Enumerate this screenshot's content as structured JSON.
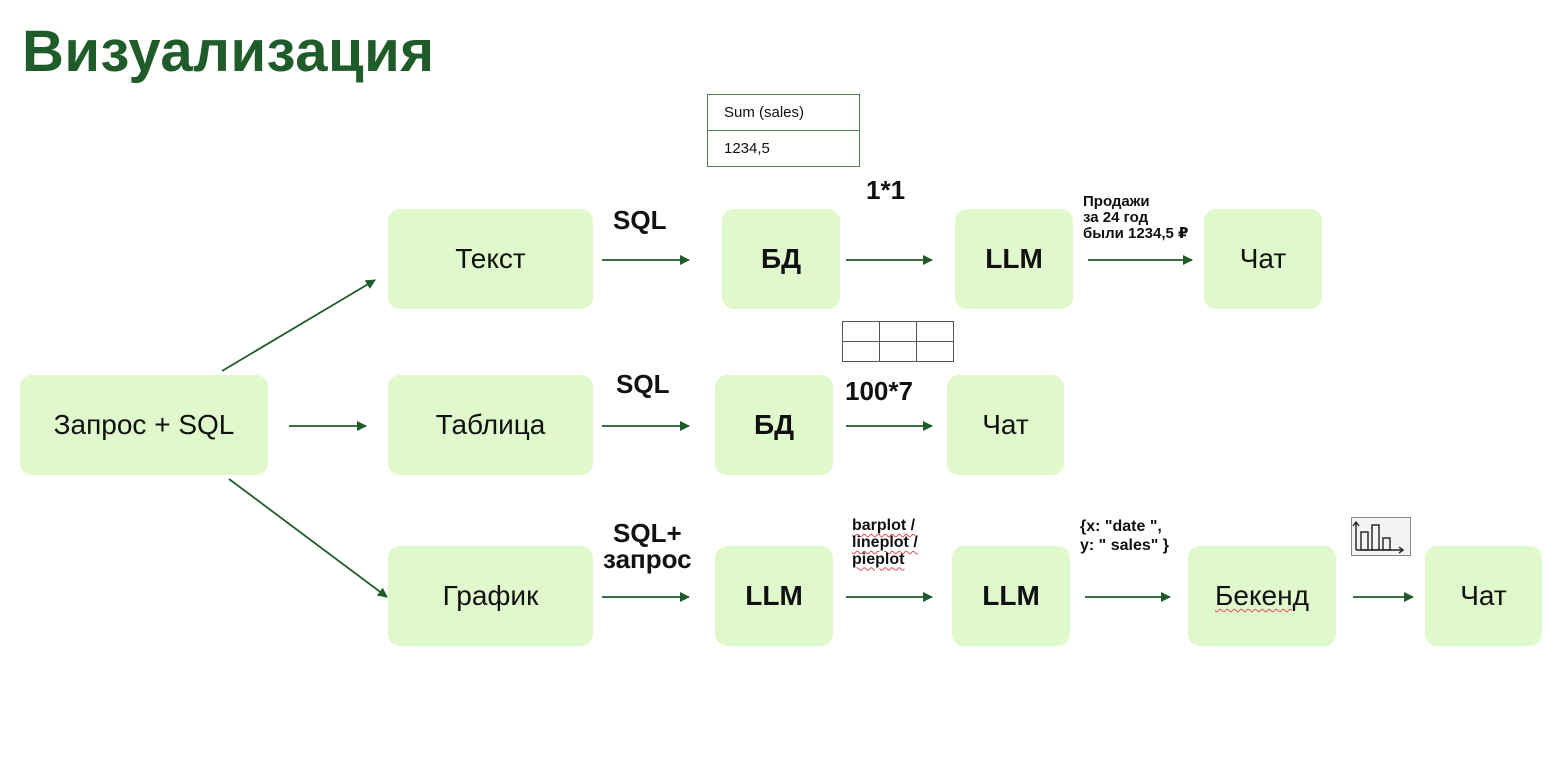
{
  "title": "Визуализация",
  "nodes": {
    "start": "Запрос + SQL",
    "text_branch": "Текст",
    "table_branch": "Таблица",
    "chart_branch": "График",
    "row1_db": "БД",
    "row1_llm": "LLM",
    "row1_chat": "Чат",
    "row2_db": "БД",
    "row2_chat": "Чат",
    "row3_llm1": "LLM",
    "row3_llm2": "LLM",
    "row3_backend": "Бекенд",
    "row3_chat": "Чат"
  },
  "edge_labels": {
    "row1_sql": "SQL",
    "row1_dims": "1*1",
    "row1_answer": [
      "Продажи",
      "за 24 год",
      "были 1234,5 ₽"
    ],
    "row2_sql": "SQL",
    "row2_dims": "100*7",
    "row3_sql_query": [
      "SQL+",
      "запрос"
    ],
    "row3_plot_types": [
      "barplot /",
      "lineplot /",
      "pieplot"
    ],
    "row3_json": [
      "{x: \"date \",",
      "y: \" sales\" }"
    ]
  },
  "result_table": {
    "header": "Sum (sales)",
    "value": "1234,5"
  },
  "grid_table": {
    "rows": 2,
    "cols": 3
  },
  "icons": {
    "chart_preview": "bar-chart-icon"
  },
  "colors": {
    "title": "#1f5c2a",
    "node_fill": "#dff8cc",
    "arrow": "#1f5c2a"
  }
}
